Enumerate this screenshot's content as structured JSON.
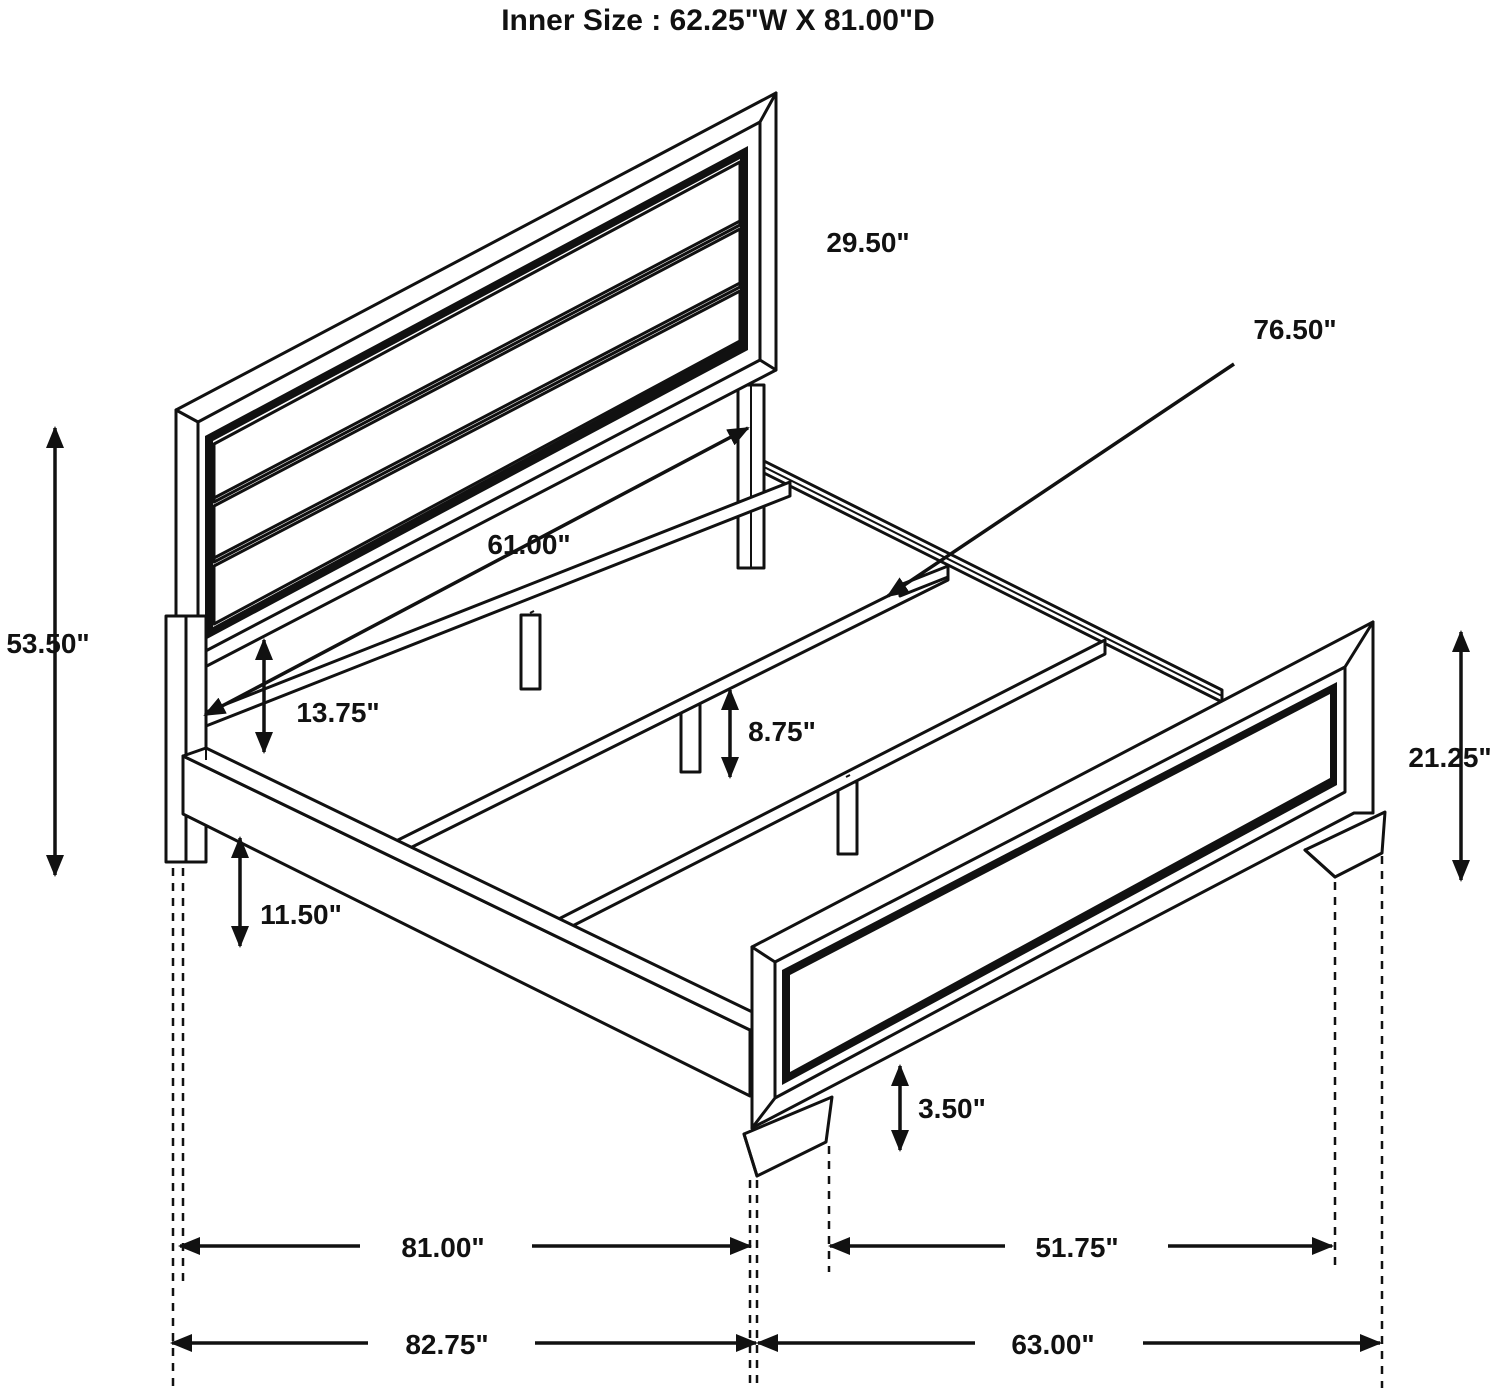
{
  "title": "Inner Size : 62.25\"W X 81.00\"D",
  "dimensions": {
    "headboard_panel_height": "29.50\"",
    "rail_length": "76.50\"",
    "headboard_width": "61.00\"",
    "overall_height": "53.50\"",
    "rail_height": "13.75\"",
    "slat_support_height": "8.75\"",
    "footboard_height": "21.25\"",
    "rail_clearance": "11.50\"",
    "footboard_leg_height": "3.50\"",
    "inner_length": "81.00\"",
    "inner_width": "51.75\"",
    "overall_length": "82.75\"",
    "overall_width": "63.00\""
  },
  "colors": {
    "ink": "#111111",
    "background": "#ffffff"
  }
}
